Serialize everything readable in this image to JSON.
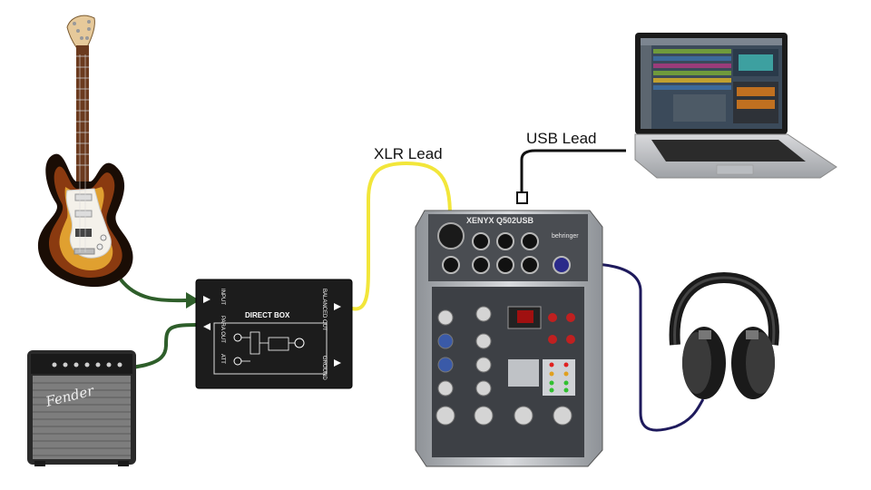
{
  "labels": {
    "xlr_lead": "XLR Lead",
    "usb_lead": "USB Lead"
  },
  "direct_box": {
    "title": "DIRECT BOX",
    "input": "INPUT",
    "para_out": "PARA OUT",
    "att": "ATT",
    "balanced_out": "BALANCED OUT",
    "ground": "GROUND"
  },
  "mixer": {
    "model": "XENYX Q502USB",
    "brand": "behringer"
  },
  "amp": {
    "brand": "Fender"
  },
  "colors": {
    "instrument_cable": "#2e5e2a",
    "xlr_cable": "#f2e63a",
    "usb_cable": "#111111",
    "headphone_cable": "#1e1a5c"
  }
}
